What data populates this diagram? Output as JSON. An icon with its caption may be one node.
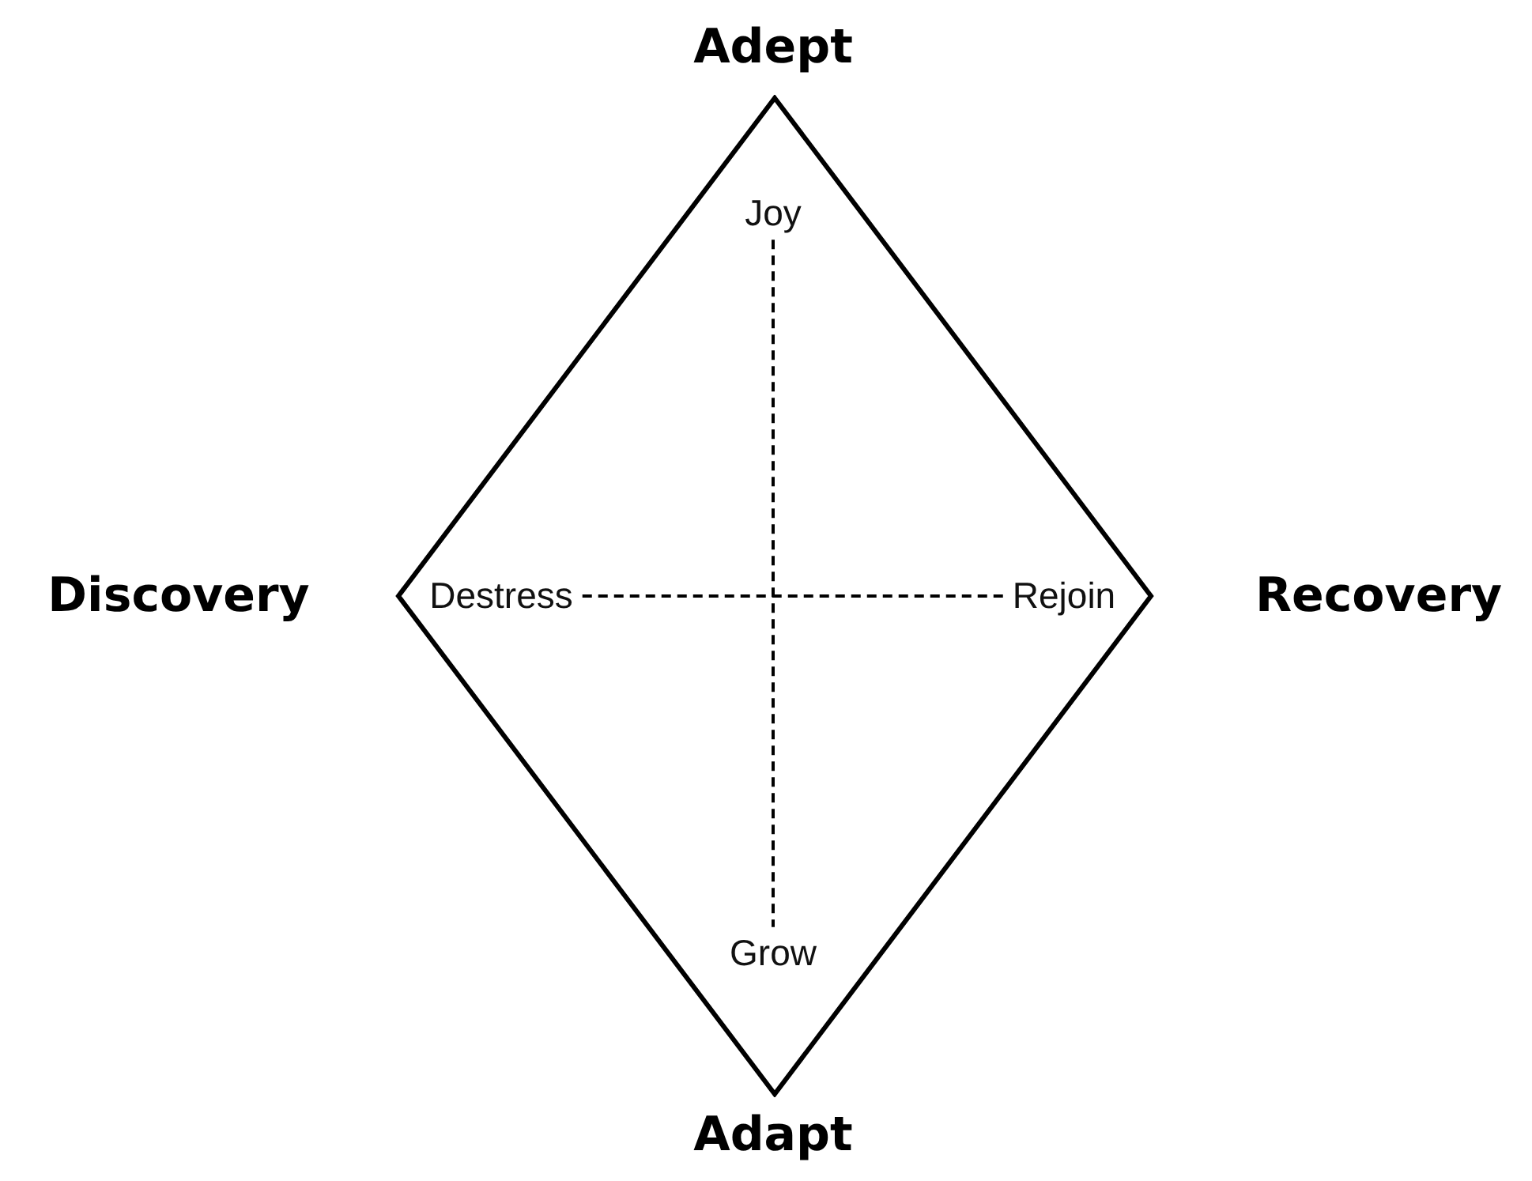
{
  "diagram": {
    "nodes": [
      {
        "text": [],
        "shape": "diamond"
      },
      {
        "text": [
          "Joy"
        ],
        "in": 0
      },
      {
        "text": [
          "Destress"
        ],
        "in": 0
      },
      {
        "text": [
          "Rejoin"
        ],
        "in": 0
      },
      {
        "text": [
          "Grow"
        ],
        "in": 0
      }
    ],
    "edges": [
      {
        "from": 1,
        "to": 4,
        "arrow": "none",
        "style": "dashed"
      },
      {
        "from": 2,
        "to": 3,
        "arrow": "none",
        "style": "dashed"
      }
    ],
    "labels": [
      "Adept",
      "Discovery",
      "Recovery",
      "Adapt"
    ]
  }
}
